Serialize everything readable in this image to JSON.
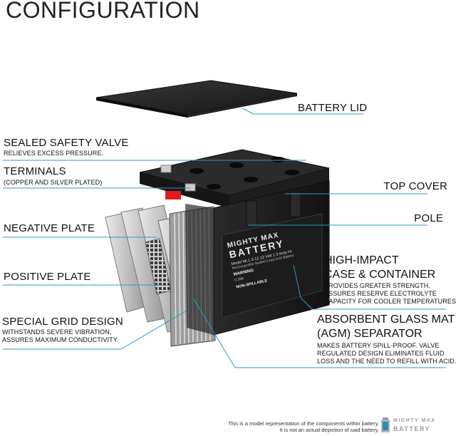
{
  "title": "CONFIGURATION",
  "labels": {
    "battery_lid": "BATTERY LID",
    "sealed_safety_valve": "SEALED SAFETY VALVE",
    "sealed_safety_valve_desc": "RELIEVES EXCESS PRESSURE.",
    "terminals": "TERMINALS",
    "terminals_desc": "(COPPER AND SILVER PLATED)",
    "top_cover": "TOP COVER",
    "negative_plate": "NEGATIVE PLATE",
    "pole": "POLE",
    "positive_plate": "POSITIVE PLATE",
    "high_impact_1": "HIGH-IMPACT",
    "high_impact_2": "CASE & CONTAINER",
    "high_impact_desc": [
      "PROVIDES GREATER STRENGTH.",
      "ASSURES RESERVE ELECTROLYTE",
      "CAPACITY FOR COOLER TEMPERATURES."
    ],
    "grid_design": "SPECIAL GRID DESIGN",
    "grid_design_desc": [
      "WITHSTANDS SEVERE VIBRATION,",
      "ASSURES MAXIMUM CONDUCTIVITY."
    ],
    "agm_1": "ABSORBENT GLASS MAT",
    "agm_2": "(AGM) SEPARATOR",
    "agm_desc": [
      "MAKES BATTERY SPILL-PROOF. VALVE",
      "REGULATED DESIGN ELIMINATES FLUID",
      "LOSS AND THE NEED TO REFILL WITH ACID."
    ]
  },
  "battery_label": {
    "brand_top": "MIGHTY MAX",
    "brand_bottom": "BATTERY",
    "model": "Model ML1.3-12   12 Volt 1.3 Amp Hr",
    "type": "Rechargeable Sealed Lead Acid Battery",
    "warning": "WARNING",
    "non_spillable": "NON-SPILLABLE",
    "current": "0.39A"
  },
  "footer": {
    "line1": "This is a model representation of the components within battery.",
    "line2": "It is not an actual depiction of said battery.",
    "logo_top": "MIGHTY MAX",
    "logo_bottom": "BATTERY"
  },
  "colors": {
    "battery_body": "#1e1e1e",
    "accent_red": "#e01b1b",
    "leader_line": "#3aa0c8"
  }
}
